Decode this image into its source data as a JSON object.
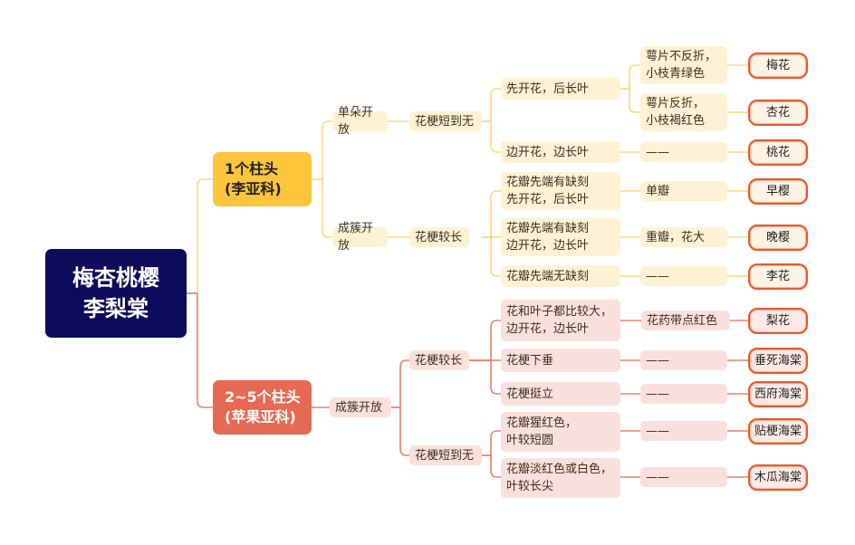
{
  "root": "梅杏桃樱\n李梨棠",
  "branch1": {
    "label": "1个柱头\n(李亚科)",
    "single": "单朵开放",
    "single_stalk": "花梗短到无",
    "sf": "先开花，后长叶",
    "sf_a": "萼片不反折，\n小枝青绿色",
    "sf_b": "萼片反折，\n小枝褐红色",
    "sb": "边开花，边长叶",
    "dash": "——",
    "cluster": "成簇开放",
    "cluster_stalk": "花梗较长",
    "c1": "花瓣先端有缺刻\n先开花，后长叶",
    "c1_k": "单瓣",
    "c2": "花瓣先端有缺刻\n边开花，边长叶",
    "c2_k": "重瓣，花大",
    "c3": "花瓣先端无缺刻"
  },
  "branch2": {
    "label": "2~5个柱头\n(苹果亚科)",
    "cluster": "成簇开放",
    "long": "花梗较长",
    "l1": "花和叶子都比较大，\n边开花，边长叶",
    "l1_k": "花药带点红色",
    "l2": "花梗下垂",
    "l3": "花梗挺立",
    "short": "花梗短到无",
    "s1": "花瓣猩红色，\n叶较短圆",
    "s2": "花瓣淡红色或白色，\n叶较长尖",
    "dash": "——"
  },
  "leaves": {
    "mei": "梅花",
    "xing": "杏花",
    "tao": "桃花",
    "zaoying": "早樱",
    "wanying": "晚樱",
    "li": "李花",
    "lihua": "梨花",
    "chuisi": "垂死海棠",
    "xifu": "西府海棠",
    "tiegeng": "贴梗海棠",
    "mugua": "木瓜海棠"
  },
  "colors": {
    "root": "#0c0c5a",
    "yellow": "#fdc53b",
    "red": "#e66a53",
    "line_yellow": "#fdd77a",
    "line_red": "#e8806c",
    "leaf_border": "#e8582d"
  }
}
